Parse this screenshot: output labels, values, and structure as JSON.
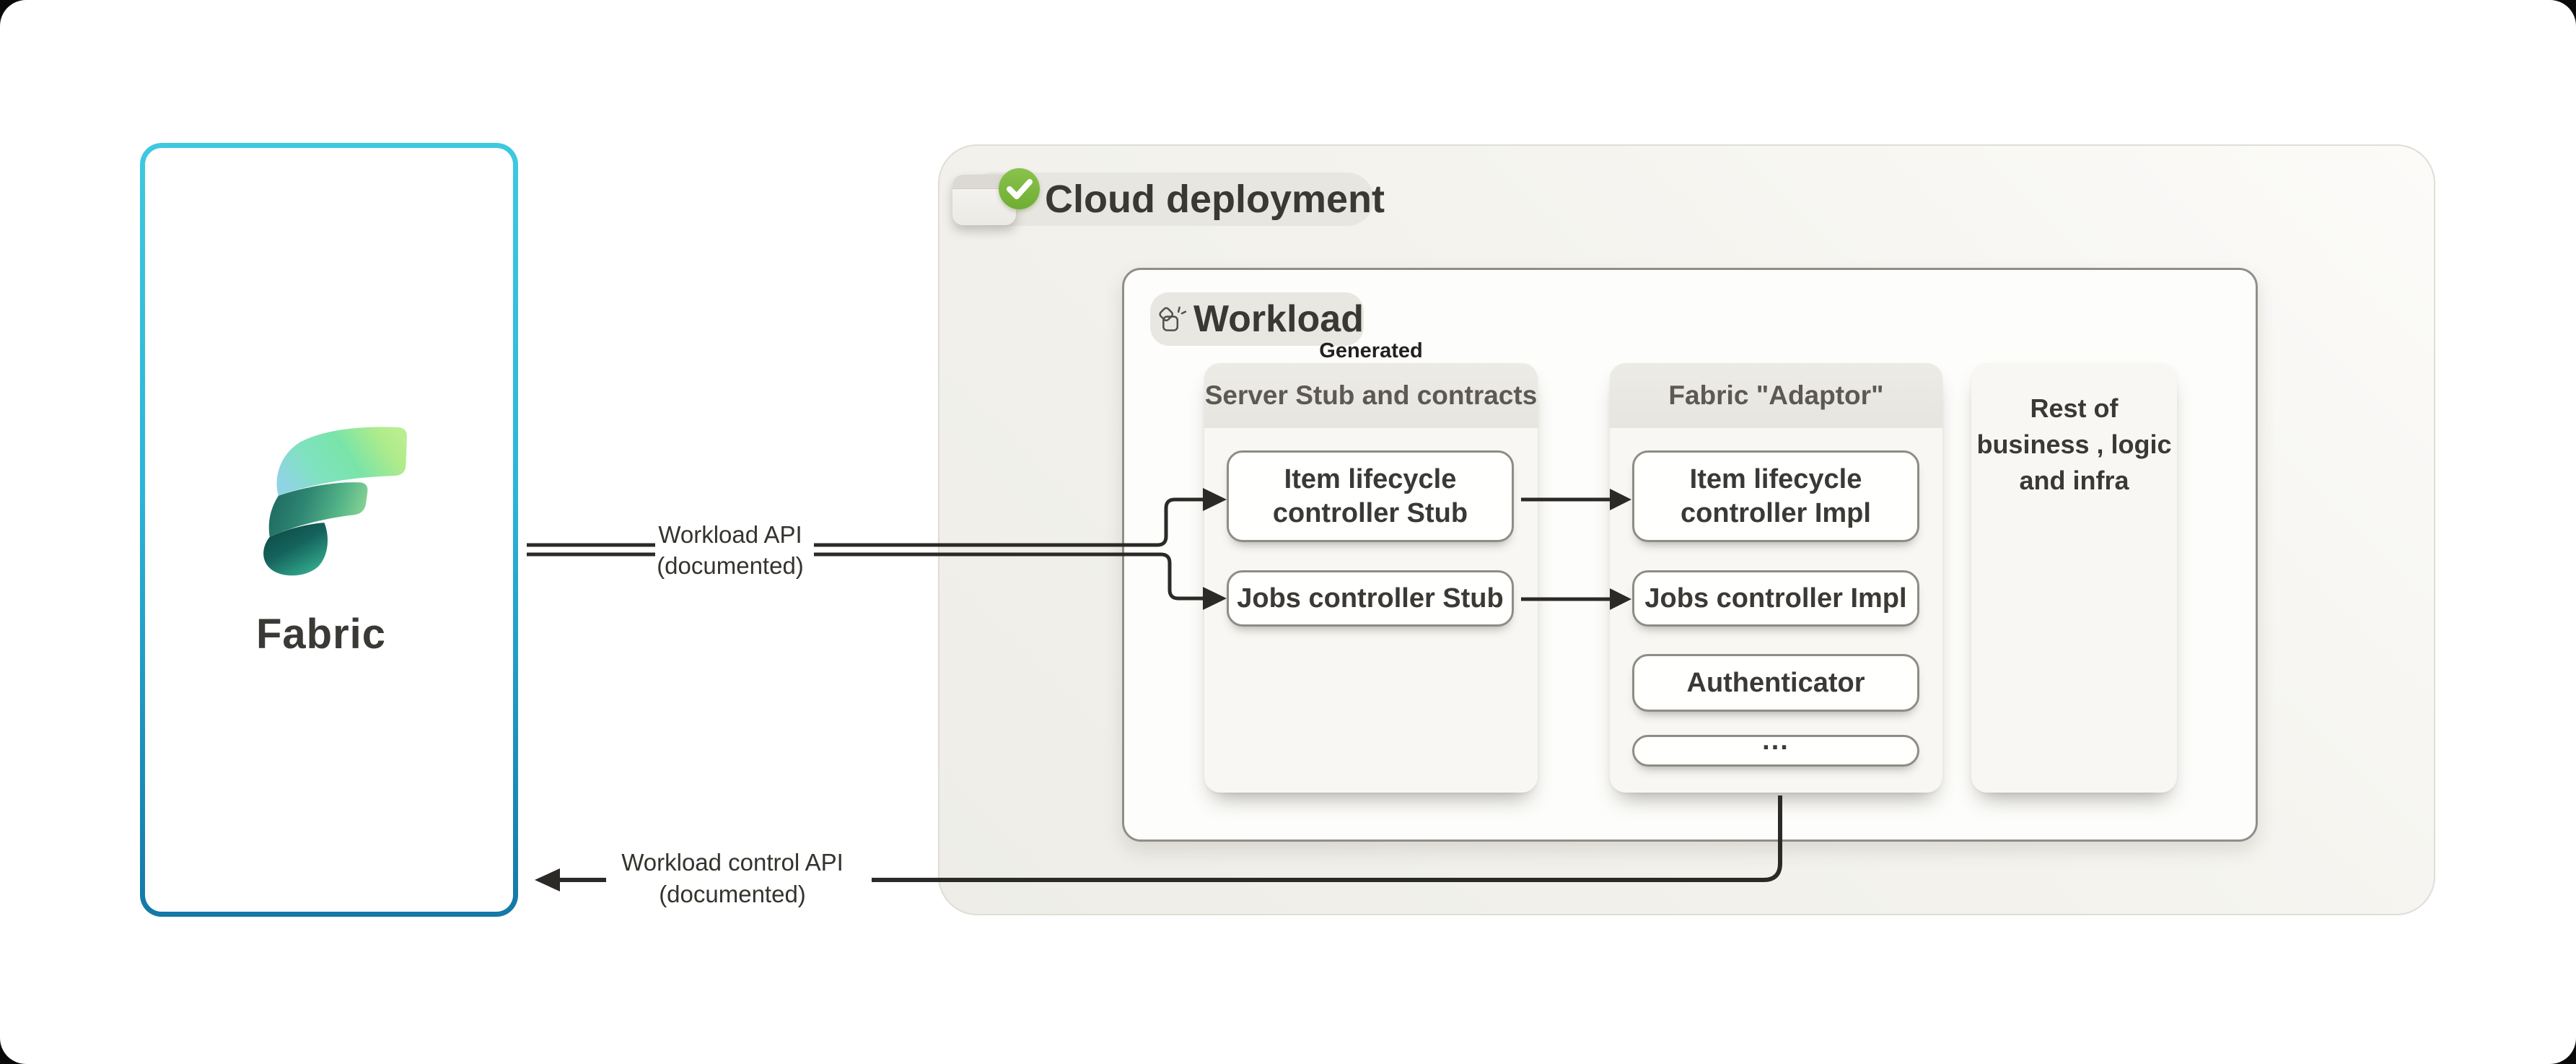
{
  "fabric_panel": {
    "label": "Fabric",
    "logo_icon": "fabric-logo",
    "border_color_top": "#3ec9df",
    "border_color_bottom": "#1478a8"
  },
  "cloud_panel": {
    "title": "Cloud deployment",
    "badge": {
      "icon": "window-check-icon",
      "check_color": "#76b637"
    },
    "workload": {
      "title": "Workload",
      "icon": "shapes-sparkle-icon",
      "generated_label": "Generated",
      "columns": [
        {
          "header": "Server Stub and contracts",
          "boxes": [
            "Item lifecycle controller Stub",
            "Jobs controller Stub"
          ]
        },
        {
          "header": "Fabric \"Adaptor\"",
          "boxes": [
            "Item lifecycle controller Impl",
            "Jobs controller Impl",
            "Authenticator",
            "..."
          ]
        },
        {
          "lines": [
            "Rest of",
            "business , logic",
            "and infra"
          ]
        }
      ]
    }
  },
  "arrows": {
    "workload_api": {
      "label": "Workload API",
      "sublabel": "(documented)"
    },
    "workload_control_api": {
      "label": "Workload control API",
      "sublabel": "(documented)"
    },
    "line_color": "#2b2a26"
  }
}
